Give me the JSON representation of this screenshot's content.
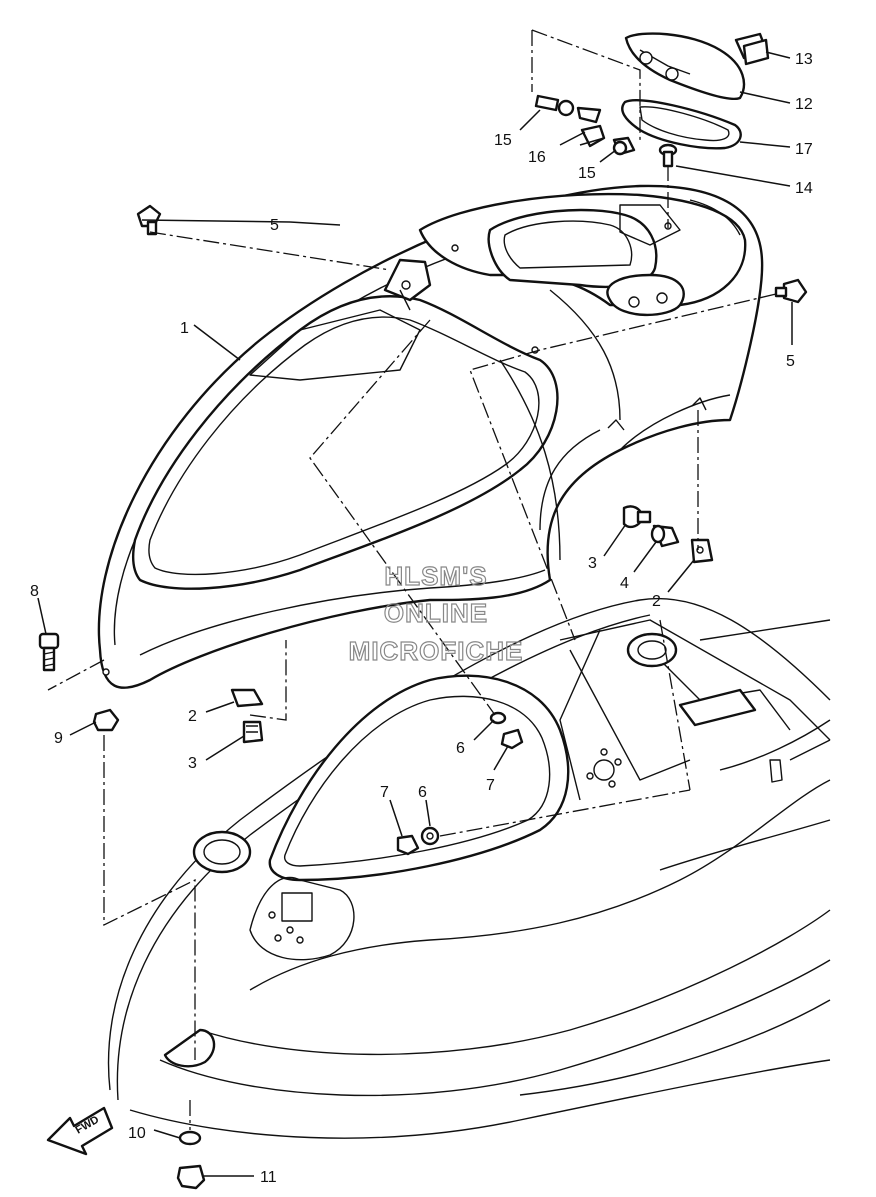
{
  "watermark": {
    "line1": "HLSM'S",
    "line2": "ONLINE",
    "line3": "MICROFICHE"
  },
  "direction_label": "FWD",
  "callouts": {
    "c1": "1",
    "c2a": "2",
    "c2b": "2",
    "c3a": "3",
    "c3b": "3",
    "c4": "4",
    "c5a": "5",
    "c5b": "5",
    "c6a": "6",
    "c6b": "6",
    "c7a": "7",
    "c7b": "7",
    "c8": "8",
    "c9": "9",
    "c10": "10",
    "c11": "11",
    "c12": "12",
    "c13": "13",
    "c14": "14",
    "c15a": "15",
    "c15b": "15",
    "c16": "16",
    "c17": "17"
  }
}
